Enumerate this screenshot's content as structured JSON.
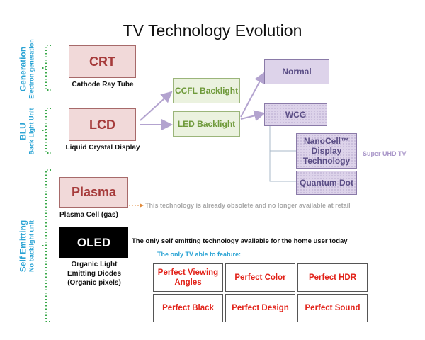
{
  "title": "TV Technology Evolution",
  "sections": {
    "generation": {
      "label": "Generation",
      "sublabel": "Electron generation"
    },
    "blu": {
      "label": "BLU",
      "sublabel": "Back Light Unit"
    },
    "self_emitting": {
      "label": "Self Emitting",
      "sublabel": "No backlight unit"
    }
  },
  "technologies": {
    "crt": {
      "label": "CRT",
      "caption": "Cathode Ray Tube"
    },
    "lcd": {
      "label": "LCD",
      "caption": "Liquid Crystal Display"
    },
    "plasma": {
      "label": "Plasma",
      "caption": "Plasma Cell (gas)"
    },
    "oled": {
      "label": "OLED",
      "caption": "Organic Light Emitting Diodes (Organic pixels)"
    }
  },
  "backlights": {
    "ccfl": "CCFL Backlight",
    "led": "LED Backlight"
  },
  "led_types": {
    "normal": "Normal",
    "wcg": "WCG",
    "nanocell": "NanoCell™ Display Technology",
    "quantum_dot": "Quantum Dot"
  },
  "super_uhd_label": "Super UHD TV",
  "plasma_note": "This technology is already obsolete and no longer available at retail",
  "oled_note": "The only self emitting technology available for the home user today",
  "features_heading": "The only TV able to feature:",
  "features": [
    "Perfect Viewing Angles",
    "Perfect Color",
    "Perfect HDR",
    "Perfect  Black",
    "Perfect  Design",
    "Perfect Sound"
  ],
  "colors": {
    "accent_blue": "#2aa3d4",
    "bracket_green": "#3aa84a",
    "feature_red": "#e2231a",
    "arrow_purple": "#b3a3cf",
    "obsolete_orange": "#e08a3a"
  }
}
